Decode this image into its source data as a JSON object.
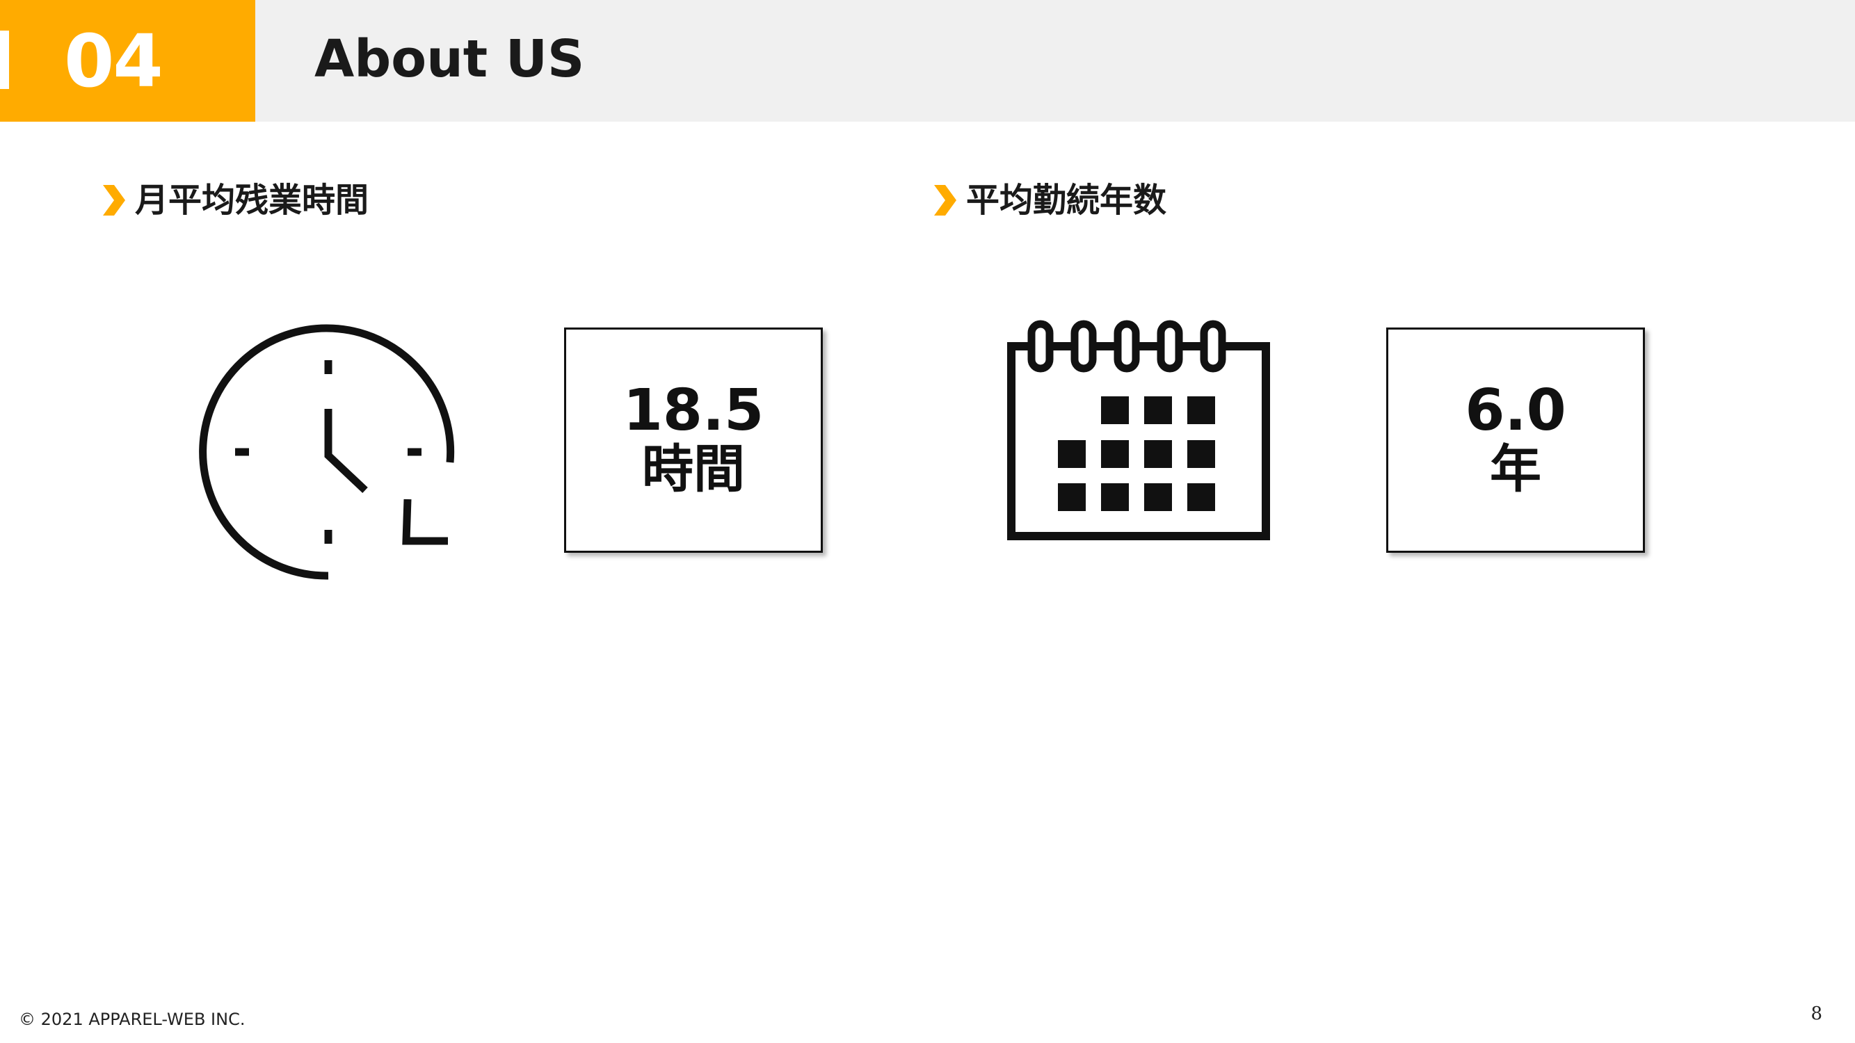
{
  "header": {
    "section_number": "04",
    "title": "About US"
  },
  "stats": [
    {
      "heading": "月平均残業時間",
      "icon": "clock-icon",
      "value": "18.5",
      "unit": "時間"
    },
    {
      "heading": "平均勤続年数",
      "icon": "calendar-icon",
      "value": "6.0",
      "unit": "年"
    }
  ],
  "footer": {
    "copyright": "© 2021 APPAREL-WEB INC.",
    "page_number": "8"
  },
  "colors": {
    "accent": "#ffab00",
    "header_background": "#f0f0f0",
    "text": "#111111"
  }
}
